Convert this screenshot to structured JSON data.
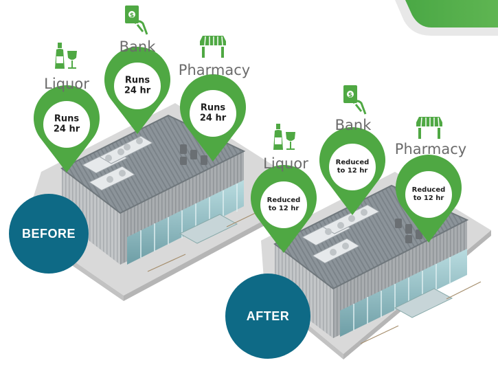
{
  "colors": {
    "pin_green": "#4fa843",
    "badge_teal": "#0e6a86",
    "label_gray": "#6b6b6b"
  },
  "before": {
    "badge": "BEFORE",
    "pins": [
      {
        "label": "Liquor",
        "icon": "liquor-bottle-glass-icon",
        "line1": "Runs",
        "line2": "24 hr"
      },
      {
        "label": "Bank",
        "icon": "cash-hand-icon",
        "line1": "Runs",
        "line2": "24 hr"
      },
      {
        "label": "Pharmacy",
        "icon": "storefront-awning-icon",
        "line1": "Runs",
        "line2": "24 hr"
      }
    ]
  },
  "after": {
    "badge": "AFTER",
    "pins": [
      {
        "label": "Liquor",
        "icon": "liquor-bottle-glass-icon",
        "line1": "Reduced",
        "line2": "to 12 hr"
      },
      {
        "label": "Bank",
        "icon": "cash-hand-icon",
        "line1": "Reduced",
        "line2": "to 12 hr"
      },
      {
        "label": "Pharmacy",
        "icon": "storefront-awning-icon",
        "line1": "Reduced",
        "line2": "to 12 hr"
      }
    ]
  }
}
